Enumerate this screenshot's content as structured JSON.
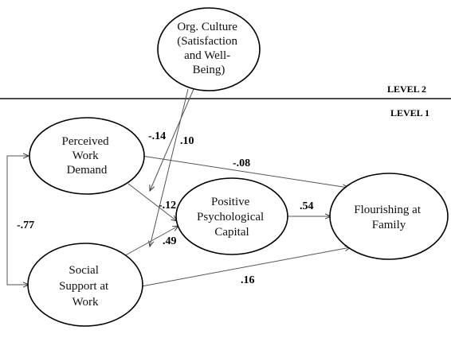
{
  "levels": {
    "level2": "LEVEL 2",
    "level1": "LEVEL 1"
  },
  "nodes": {
    "org_culture": [
      "Org. Culture",
      "(Satisfaction",
      "and Well-",
      "Being)"
    ],
    "perceived_work_demand": [
      "Perceived",
      "Work",
      "Demand"
    ],
    "social_support": [
      "Social",
      "Support at",
      "Work"
    ],
    "positive_psych_capital": [
      "Positive",
      "Psychological",
      "Capital"
    ],
    "flourishing": [
      "Flourishing at",
      "Family"
    ]
  },
  "paths": {
    "org_to_demand_path": "-.14",
    "org_to_support_path": ".10",
    "demand_to_flourishing": "-.08",
    "demand_to_capital": "-.12",
    "support_to_capital": ".49",
    "capital_to_flourishing": ".54",
    "support_to_flourishing": ".16",
    "demand_support_correlation": "-.77"
  }
}
